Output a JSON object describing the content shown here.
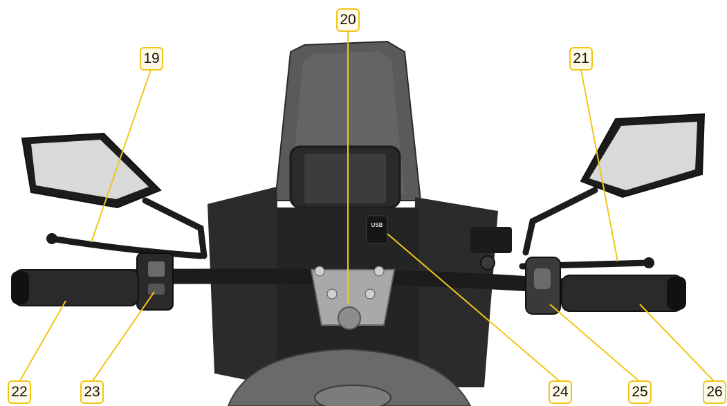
{
  "colors": {
    "callout_border": "#f2c519",
    "callout_fill": "#fffbe6",
    "leader_line": "#f2c519",
    "machine_dark": "#1d1d1d",
    "machine_mid": "#4a4a4a",
    "clamp_silver": "#a9a9a9",
    "mirror_glass": "#d9d9d9"
  },
  "callouts": [
    {
      "id": "c19",
      "number": "19"
    },
    {
      "id": "c20",
      "number": "20"
    },
    {
      "id": "c21",
      "number": "21"
    },
    {
      "id": "c22",
      "number": "22"
    },
    {
      "id": "c23",
      "number": "23"
    },
    {
      "id": "c24",
      "number": "24"
    },
    {
      "id": "c25",
      "number": "25"
    },
    {
      "id": "c26",
      "number": "26"
    }
  ],
  "printed_text": {
    "usb_label": "USB"
  }
}
